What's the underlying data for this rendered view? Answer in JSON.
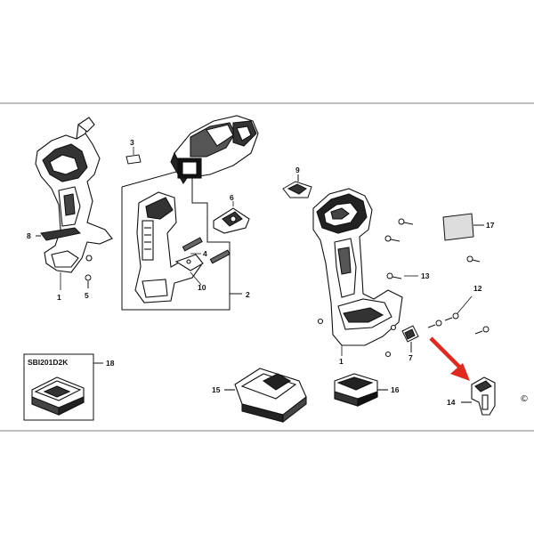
{
  "callouts": [
    {
      "id": "c1a",
      "text": "1"
    },
    {
      "id": "c1b",
      "text": "1"
    },
    {
      "id": "c2",
      "text": "2"
    },
    {
      "id": "c3",
      "text": "3"
    },
    {
      "id": "c4",
      "text": "4"
    },
    {
      "id": "c5",
      "text": "5"
    },
    {
      "id": "c6",
      "text": "6"
    },
    {
      "id": "c7",
      "text": "7"
    },
    {
      "id": "c8",
      "text": "8"
    },
    {
      "id": "c9",
      "text": "9"
    },
    {
      "id": "c10",
      "text": "10"
    },
    {
      "id": "c12",
      "text": "12"
    },
    {
      "id": "c13",
      "text": "13"
    },
    {
      "id": "c14",
      "text": "14"
    },
    {
      "id": "c15",
      "text": "15"
    },
    {
      "id": "c16",
      "text": "16"
    },
    {
      "id": "c17",
      "text": "17"
    },
    {
      "id": "c18",
      "text": "18"
    }
  ],
  "kit_box": {
    "label": "SBI201D2K"
  },
  "copyright": "©",
  "highlight_color": "#e0281e"
}
